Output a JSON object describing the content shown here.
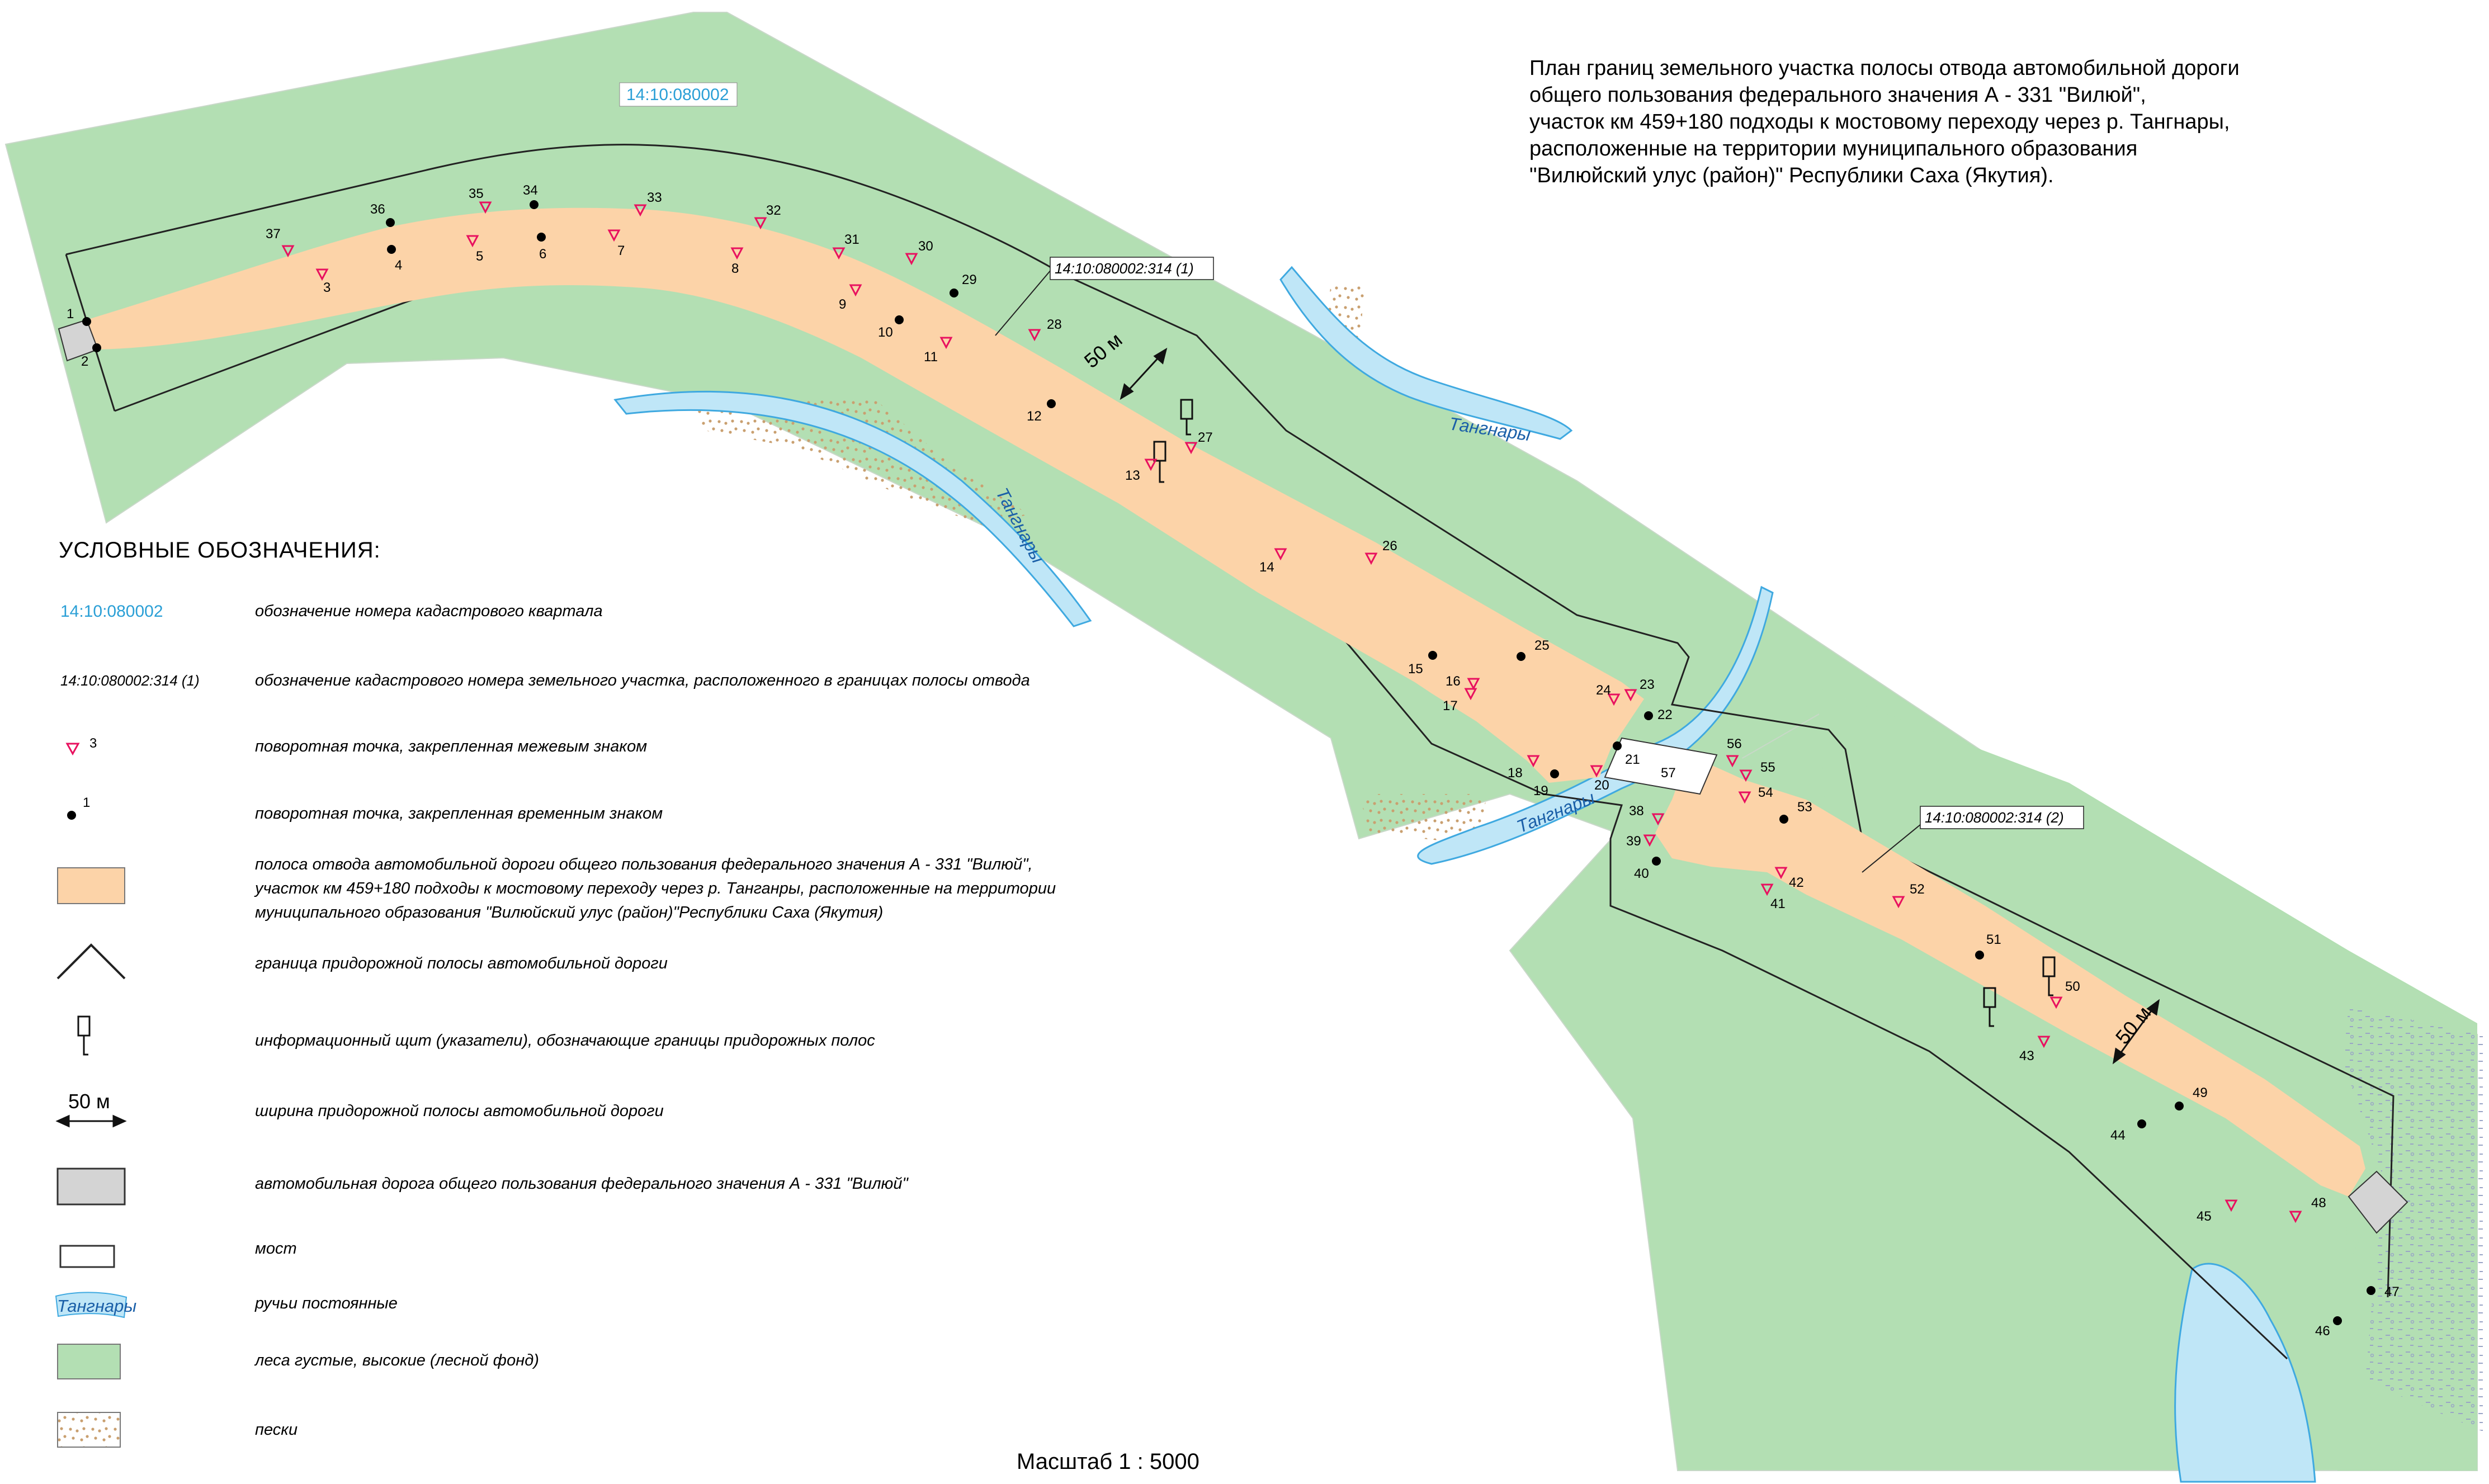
{
  "title_lines": [
    "План границ земельного участка полосы отвода автомобильной дороги",
    "общего пользования федерального значения А - 331 \"Вилюй\",",
    "участок км 459+180 подходы к мостовому переходу через р. Тангнары,",
    "расположенные на территории муниципального образования",
    "\"Вилюйский улус (район)\" Республики Саха (Якутия)."
  ],
  "map_labels": {
    "quarter": "14:10:080002",
    "parcel1": "14:10:080002:314 (1)",
    "parcel2": "14:10:080002:314 (2)",
    "width1": "50 м",
    "width2": "50 м",
    "stream1": "Тангнары",
    "stream2": "Тангнары",
    "stream3": "Тангнары"
  },
  "points": {
    "marker": [
      "3",
      "5",
      "7",
      "8",
      "9",
      "11",
      "13",
      "14",
      "16",
      "17",
      "18",
      "20",
      "23",
      "24",
      "26",
      "27",
      "28",
      "30",
      "31",
      "32",
      "33",
      "35",
      "37",
      "38",
      "39",
      "41",
      "42",
      "43",
      "45",
      "48",
      "50",
      "52",
      "54",
      "55",
      "56"
    ],
    "temporary": [
      "1",
      "2",
      "4",
      "6",
      "10",
      "12",
      "15",
      "19",
      "21",
      "22",
      "25",
      "29",
      "34",
      "36",
      "40",
      "44",
      "46",
      "47",
      "49",
      "51",
      "53"
    ],
    "bridge_only": [
      "57"
    ]
  },
  "legend": {
    "heading": "УСЛОВНЫЕ ОБОЗНАЧЕНИЯ:",
    "quarter_sample": "14:10:080002",
    "parcel_sample": "14:10:080002:314 (1)",
    "marker_sample_number": "3",
    "temp_sample_number": "1",
    "width_sample": "50 м",
    "stream_sample": "Тангнары",
    "items": [
      {
        "key": "quarter",
        "text": [
          "обозначение номера кадастрового квартала"
        ]
      },
      {
        "key": "parcel",
        "text": [
          "обозначение кадастрового номера земельного участка, расположенного в границах полосы отвода"
        ]
      },
      {
        "key": "marker",
        "text": [
          "поворотная точка, закрепленная  межевым знаком"
        ]
      },
      {
        "key": "temporary",
        "text": [
          "поворотная точка, закрепленная временным знаком"
        ]
      },
      {
        "key": "strip",
        "text": [
          "полоса отвода автомобильной дороги общего пользования федерального значения А - 331 \"Вилюй\",",
          "участок км 459+180 подходы к мостовому переходу через р. Танганры, расположенные на территории",
          "муниципального образования \"Вилюйский улус (район)\"Республики Саха (Якутия)"
        ]
      },
      {
        "key": "roadside",
        "text": [
          "граница придорожной полосы автомобильной дороги"
        ]
      },
      {
        "key": "sign",
        "text": [
          "информационный щит (указатели), обозначающие границы придорожных полос"
        ]
      },
      {
        "key": "width",
        "text": [
          "ширина придорожной полосы автомобильной  дороги"
        ]
      },
      {
        "key": "road",
        "text": [
          "автомобильная дорога общего пользования федерального значения А - 331 \"Вилюй\""
        ]
      },
      {
        "key": "bridge",
        "text": [
          "мост"
        ]
      },
      {
        "key": "stream",
        "text": [
          "ручьи постоянные"
        ]
      },
      {
        "key": "forest",
        "text": [
          "леса густые,  высокие (лесной фонд)"
        ]
      },
      {
        "key": "sand",
        "text": [
          "пески"
        ]
      }
    ]
  },
  "scale": "Масштаб 1 : 5000",
  "colors": {
    "forest": "#b3dfb3",
    "strip": "#fcd3a8",
    "water": "#bfe6f7",
    "water_edge": "#3fa9e0",
    "marker": "#e8115f",
    "quarter_text": "#2a9fd6",
    "sand": "#c9a070",
    "road": "#d4d4d4"
  }
}
